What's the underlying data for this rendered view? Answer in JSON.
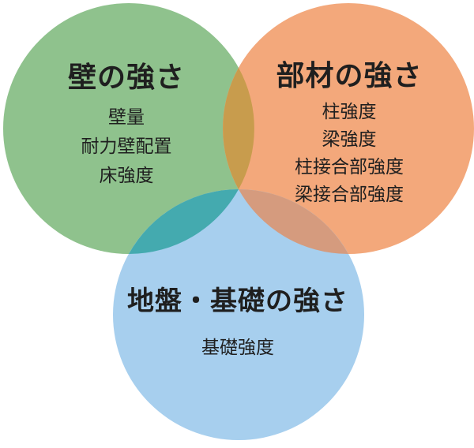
{
  "diagram": {
    "type": "venn-3-circle",
    "background": "#ffffff",
    "text_color": "#1f1f1f",
    "circles": [
      {
        "id": "wall",
        "title": "壁の強さ",
        "items": [
          "壁量",
          "耐力壁配置",
          "床強度"
        ],
        "color": "#8fc28d"
      },
      {
        "id": "member",
        "title": "部材の強さ",
        "items": [
          "柱強度",
          "梁強度",
          "柱接合部強度",
          "梁接合部強度"
        ],
        "color": "#f3a87b"
      },
      {
        "id": "foundation",
        "title": "地盤・基礎の強さ",
        "items": [
          "基礎強度"
        ],
        "color": "#a7cfee"
      }
    ],
    "overlaps": [
      {
        "between": "wall+member",
        "color": "#c89c4d"
      },
      {
        "between": "wall+foundation",
        "color": "#44aaaf"
      },
      {
        "between": "member+foundation",
        "color": "#d59b7e"
      }
    ]
  }
}
